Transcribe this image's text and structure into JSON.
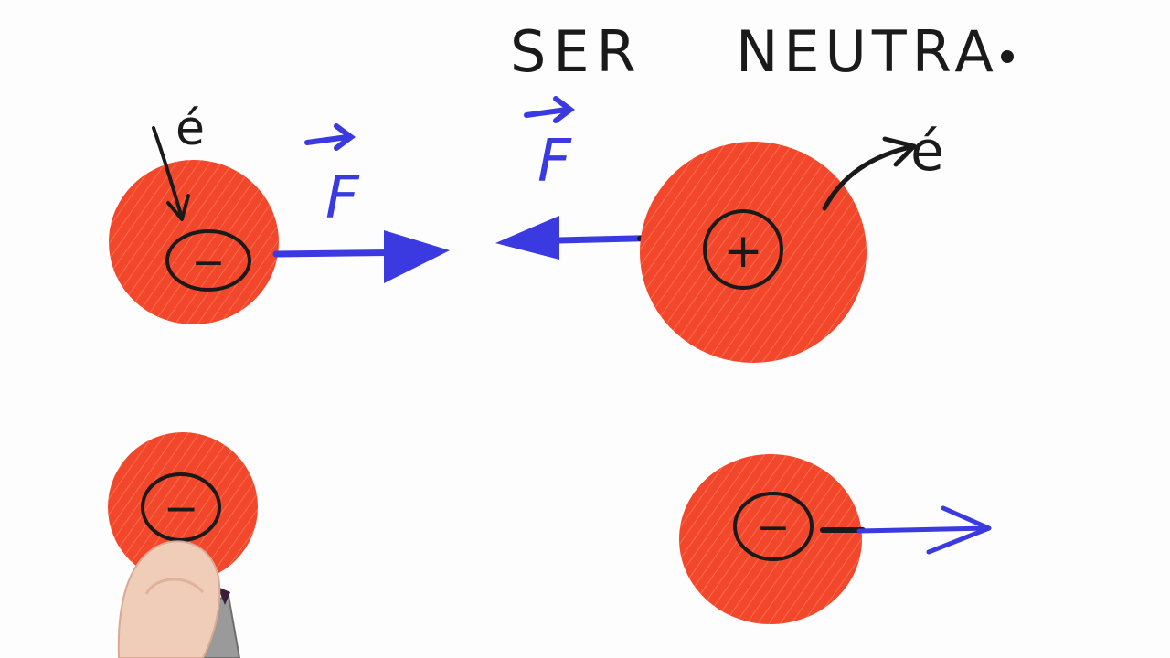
{
  "heading": {
    "word1": "SER",
    "word2": "NEUTRA",
    "period": "."
  },
  "labels": {
    "electron_left": "é",
    "electron_right": "é",
    "force_left": "F",
    "force_right": "F"
  },
  "charges": {
    "top_left": "−",
    "top_right": "+",
    "bottom_left": "−",
    "bottom_right": "−"
  },
  "colors": {
    "ink": "#1a1a1a",
    "sphere": "#f2472a",
    "sphere_hatch": "#ff8a70",
    "arrow": "#3a3ae0",
    "background": "#fdfdfd"
  }
}
